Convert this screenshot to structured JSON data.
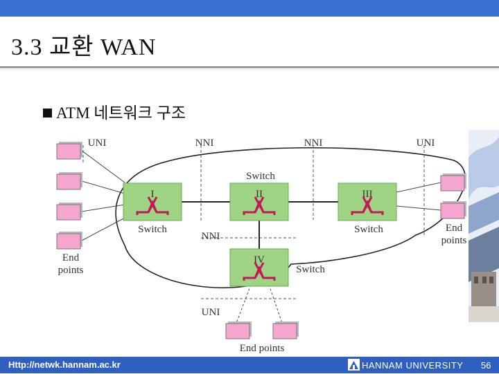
{
  "slide": {
    "title": "3.3 교환 WAN",
    "bullet": "ATM 네트워크 구조",
    "page_number": "56"
  },
  "footer": {
    "url": "Http://netwk.hannam.ac.kr",
    "university": "HANNAM UNIVERSITY"
  },
  "diagram": {
    "interface_labels": {
      "uni_top_left": "UNI",
      "nni_top_1": "NNI",
      "nni_top_2": "NNI",
      "uni_top_right": "UNI",
      "nni_middle": "NNI",
      "uni_bottom": "UNI"
    },
    "switches": [
      {
        "numeral": "I",
        "label": "Switch"
      },
      {
        "numeral": "II",
        "label": "Switch"
      },
      {
        "numeral": "III",
        "label": "Switch"
      },
      {
        "numeral": "IV",
        "label": "Switch"
      }
    ],
    "endpoint_labels": {
      "left_line1": "End",
      "left_line2": "points",
      "right_line1": "End",
      "right_line2": "points",
      "bottom": "End points"
    },
    "colors": {
      "switch_fill": "#9ed484",
      "switch_symbol": "#c2185b",
      "endpoint_fill": "#f4a6cf"
    }
  }
}
